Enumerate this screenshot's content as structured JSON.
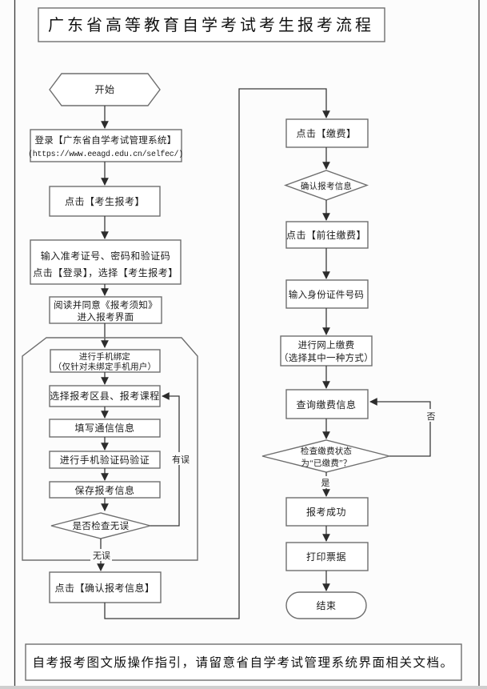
{
  "title": "广东省高等教育自学考试考生报考流程",
  "footer": "自考报考图文版操作指引，请留意省自学考试管理系统界面相关文档。",
  "left": {
    "start": "开始",
    "login_line1": "登录【广东省自学考试管理系统】",
    "login_line2": "(https://www.eeagd.edu.cn/selfec/)",
    "click_register": "点击【考生报考】",
    "enter_line1": "输入准考证号、密码和验证码",
    "enter_line2": "点击【登录】，选择【考生报考】",
    "read_line1": "阅读并同意《报考须知》",
    "read_line2": "进入报考界面",
    "bind_line1": "进行手机绑定",
    "bind_line2": "（仅针对未绑定手机用户）",
    "select_courses": "选择报考区县、报考课程",
    "fill_contact": "填写通信信息",
    "sms_verify": "进行手机验证码验证",
    "save_info": "保存报考信息",
    "check_decision": "是否检查无误",
    "label_error": "有误",
    "label_ok": "无误",
    "confirm_info": "点击【确认报考信息】"
  },
  "right": {
    "click_pay": "点击【缴费】",
    "confirm_decision": "确认报考信息",
    "goto_pay": "点击【前往缴费】",
    "id_number": "输入身份证件号码",
    "online_line1": "进行网上缴费",
    "online_line2": "（选择其中一种方式）",
    "query_payment": "查询缴费信息",
    "status_line1": "检查缴费状态",
    "status_line2": "为“已缴费”？",
    "label_yes": "是",
    "label_no": "否",
    "success": "报考成功",
    "print_receipt": "打印票据",
    "end": "结束"
  },
  "colors": {
    "box_stroke": "#6e6e6e",
    "arrow": "#3a3a3a",
    "text": "#1c1c1c",
    "background": "#fcfcfc"
  }
}
